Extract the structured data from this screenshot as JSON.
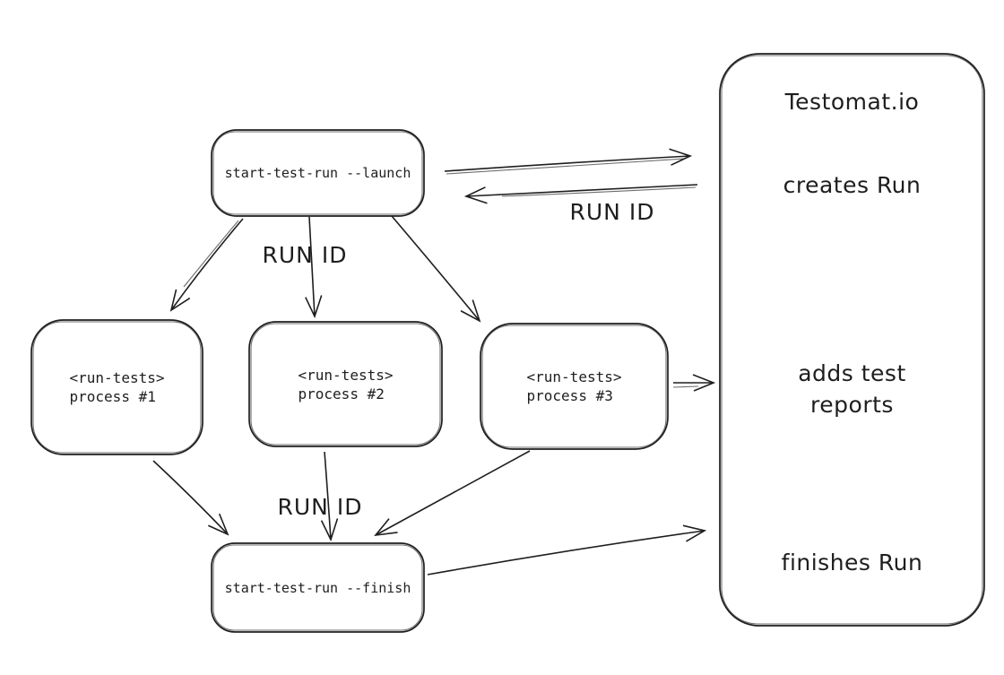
{
  "colors": {
    "stroke": "#1e1e1e",
    "background": "#ffffff"
  },
  "nodes": {
    "launch": {
      "label": "start-test-run --launch"
    },
    "process1": {
      "label": "<run-tests>\nprocess #1"
    },
    "process2": {
      "label": "<run-tests>\nprocess #2"
    },
    "process3": {
      "label": "<run-tests>\nprocess #3"
    },
    "finish": {
      "label": "start-test-run --finish"
    },
    "testomat": {
      "title": "Testomat.io",
      "step_creates": "creates Run",
      "step_adds": "adds test\nreports",
      "step_finishes": "finishes Run"
    }
  },
  "labels": {
    "run_id_top": "RUN ID",
    "run_id_return": "RUN ID",
    "run_id_bottom": "RUN ID"
  }
}
